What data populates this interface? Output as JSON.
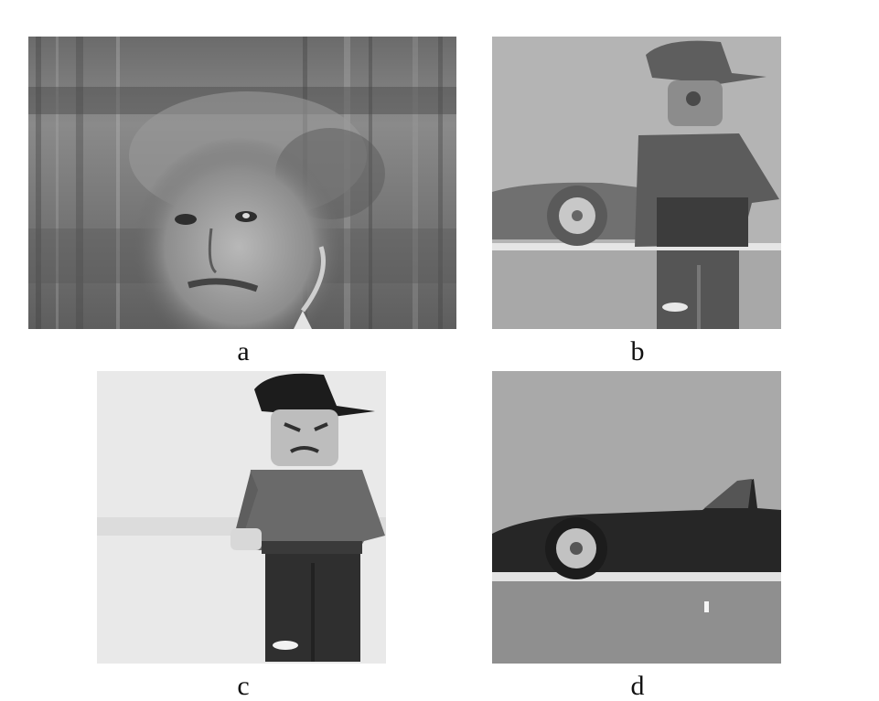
{
  "figure": {
    "panels": [
      {
        "id": "a",
        "caption": "a",
        "content": "face-mixture-image"
      },
      {
        "id": "b",
        "caption": "b",
        "content": "car-and-figure-mixture-image"
      },
      {
        "id": "c",
        "caption": "c",
        "content": "lego-figure-image"
      },
      {
        "id": "d",
        "caption": "d",
        "content": "car-image"
      }
    ]
  }
}
